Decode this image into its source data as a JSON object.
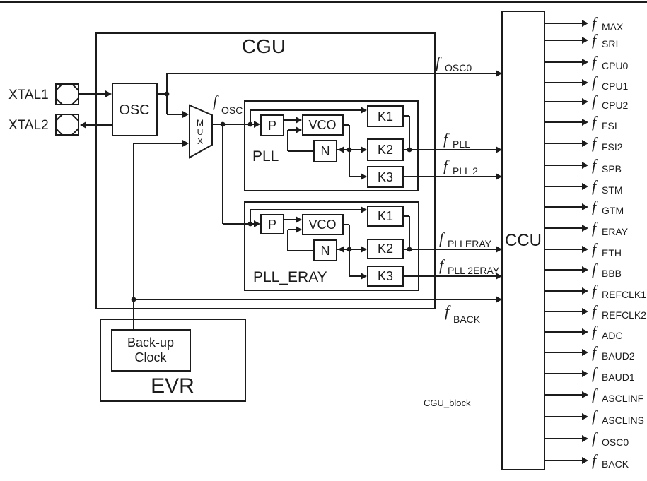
{
  "figure": {
    "f_symbol": "f",
    "caption": "CGU_block"
  },
  "labels": {
    "cgu": "CGU",
    "ccu": "CCU",
    "osc": "OSC",
    "evr": "EVR",
    "pll": "PLL",
    "pll_eray": "PLL_ERAY",
    "backup_line1": "Back-up",
    "backup_line2": "Clock",
    "mux_m": "M",
    "mux_u": "U",
    "mux_x": "X",
    "xtal1": "XTAL1",
    "xtal2": "XTAL2",
    "p": "P",
    "vco": "VCO",
    "n": "N",
    "k1": "K1",
    "k2": "K2",
    "k3": "K3"
  },
  "signals": {
    "osc0": "OSC0",
    "osc": "OSC",
    "pll": "PLL",
    "pll2": "PLL 2",
    "plleray": "PLLERAY",
    "pll2eray": "PLL 2ERAY",
    "back": "BACK"
  },
  "ccu_outputs": [
    "MAX",
    "SRI",
    "CPU0",
    "CPU1",
    "CPU2",
    "FSI",
    "FSI2",
    "SPB",
    "STM",
    "GTM",
    "ERAY",
    "ETH",
    "BBB",
    "REFCLK1",
    "REFCLK2",
    "ADC",
    "BAUD2",
    "BAUD1",
    "ASCLINF",
    "ASCLINS",
    "OSC0",
    "BACK"
  ],
  "colors": {
    "ink": "#1b1b1b",
    "background": "#ffffff"
  }
}
